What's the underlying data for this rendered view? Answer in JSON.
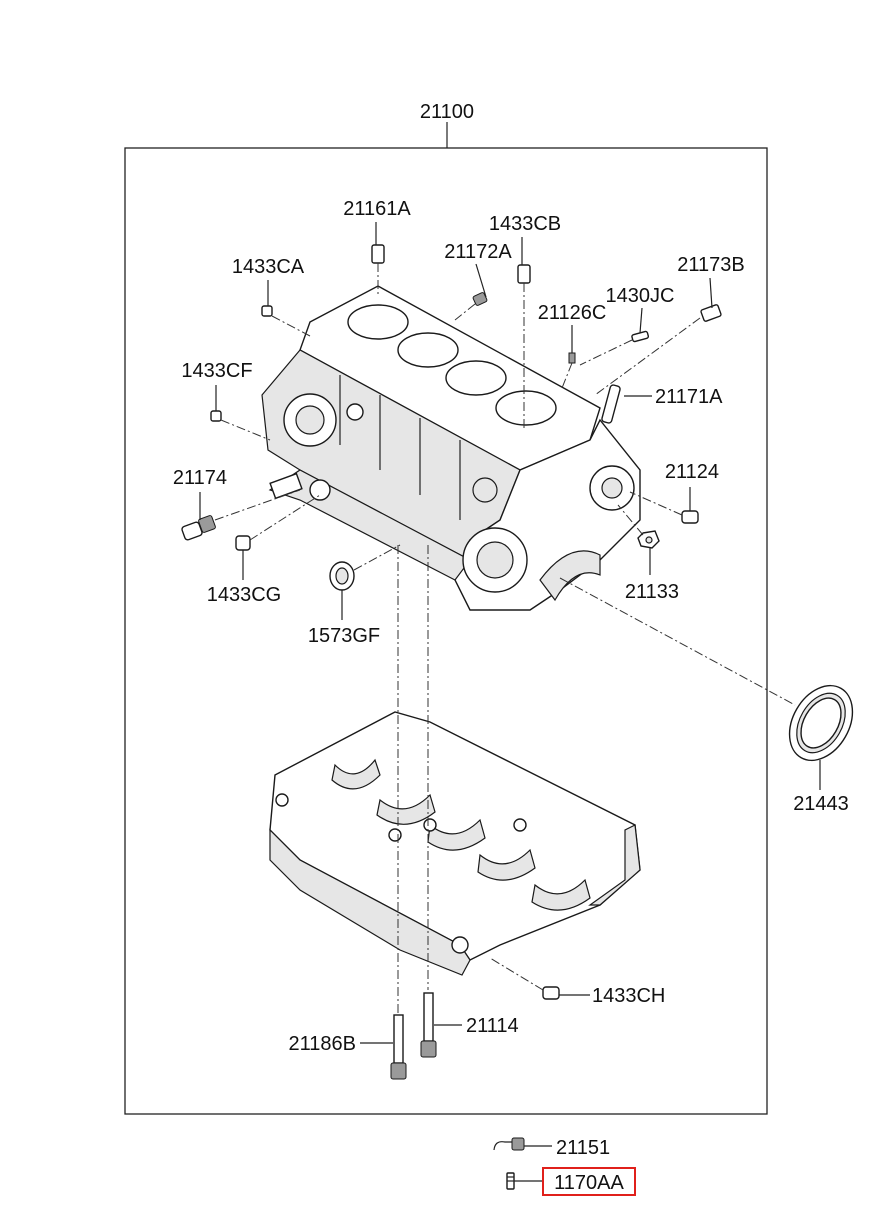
{
  "diagram": {
    "labels": {
      "assembly": "21100",
      "p21161A": "21161A",
      "p1433CB": "1433CB",
      "p21172A": "21172A",
      "p21173B": "21173B",
      "p1433CA": "1433CA",
      "p1430JC": "1430JC",
      "p21126C": "21126C",
      "p1433CF": "1433CF",
      "p21171A": "21171A",
      "p21174": "21174",
      "p21124": "21124",
      "p1433CG": "1433CG",
      "p21133": "21133",
      "p1573GF": "1573GF",
      "p21443": "21443",
      "p1433CH": "1433CH",
      "p21114": "21114",
      "p21186B": "21186B",
      "p21151": "21151",
      "p1170AA": "1170AA"
    },
    "highlight_color": "#e0201b"
  }
}
